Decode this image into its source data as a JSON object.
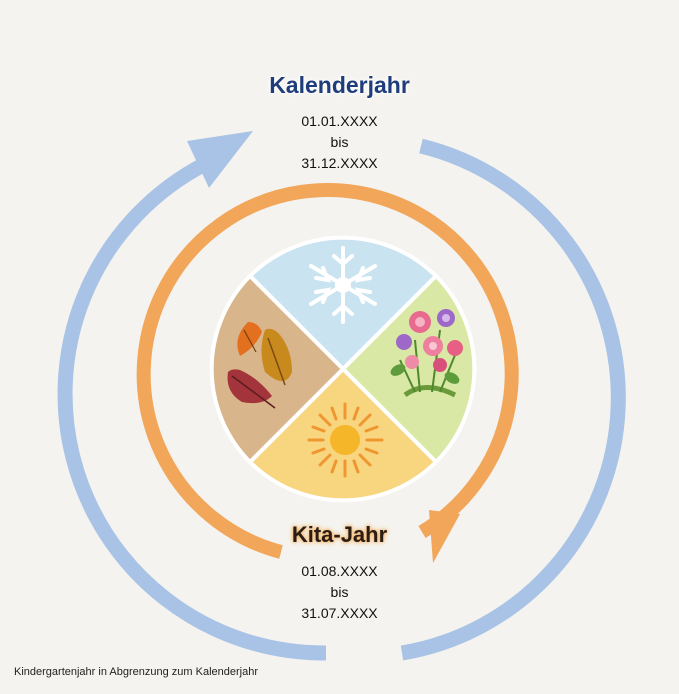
{
  "calendar_year": {
    "title": "Kalenderjahr",
    "start": "01.01.XXXX",
    "connector": "bis",
    "end": "31.12.XXXX"
  },
  "kita_year": {
    "title": "Kita-Jahr",
    "start": "01.08.XXXX",
    "connector": "bis",
    "end": "31.07.XXXX"
  },
  "caption": "Kindergartenjahr in Abgrenzung zum Kalenderjahr",
  "seasons": [
    "winter",
    "spring",
    "summer",
    "autumn"
  ],
  "colors": {
    "outer_ring": "#a9c3e6",
    "inner_ring": "#f2a65a",
    "winter": "#c9e3f1",
    "spring": "#d9e8a4",
    "summer": "#f8d57f",
    "autumn": "#d8b58b"
  }
}
